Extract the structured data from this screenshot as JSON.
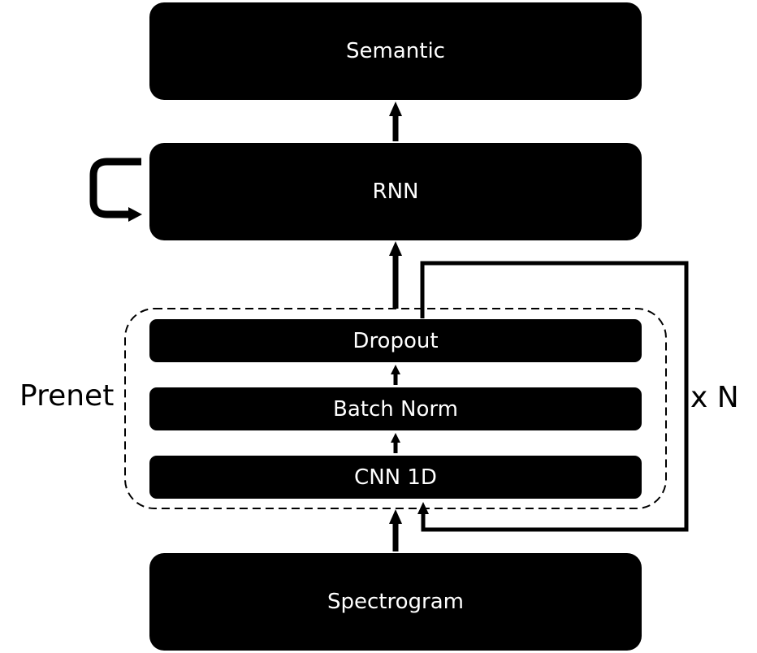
{
  "blocks": {
    "semantic": "Semantic",
    "rnn": "RNN",
    "dropout": "Dropout",
    "batch_norm": "Batch Norm",
    "cnn": "CNN 1D",
    "spectrogram": "Spectrogram"
  },
  "labels": {
    "prenet": "Prenet",
    "repeat": "x N"
  },
  "colors": {
    "block_fill": "#000000",
    "block_text": "#ffffff",
    "line": "#000000",
    "background": "#ffffff"
  }
}
